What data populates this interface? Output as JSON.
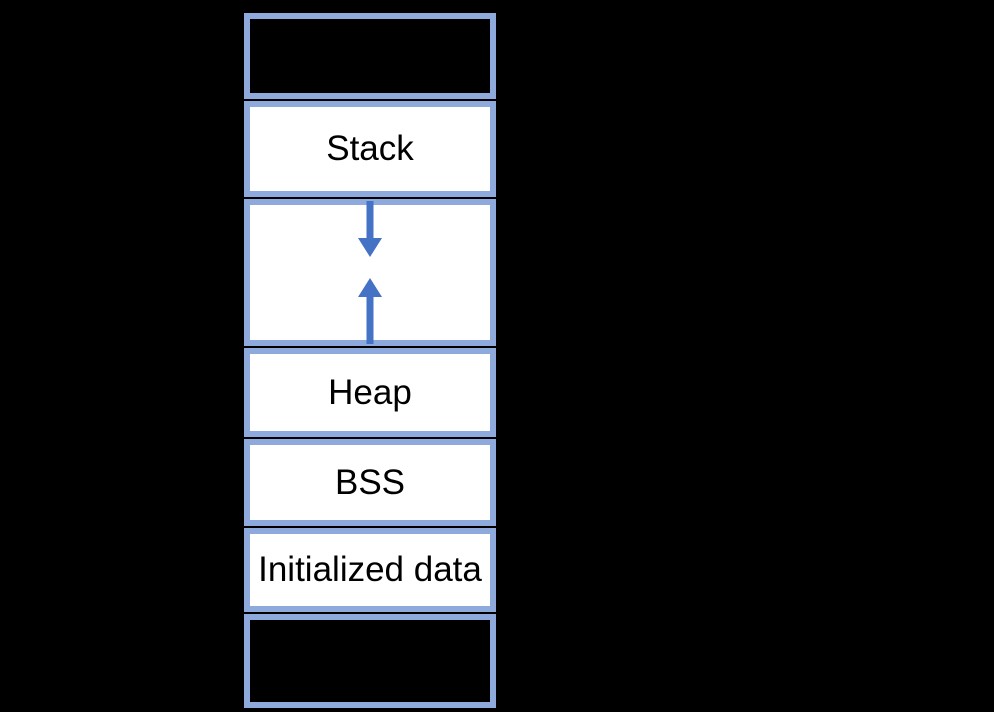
{
  "colors": {
    "background": "#000000",
    "border": "#8EA9DB",
    "arrow": "#4472C4",
    "box_fill": "#FFFFFF",
    "filled_box": "#000000",
    "text": "#000000"
  },
  "diagram": {
    "type": "memory-layout",
    "segments": [
      {
        "id": "top-filled",
        "label": "",
        "filled": true
      },
      {
        "id": "stack",
        "label": "Stack",
        "filled": false
      },
      {
        "id": "growth-gap",
        "label": "",
        "filled": false,
        "arrows": [
          {
            "direction": "down",
            "meaning": "stack-grows-downward"
          },
          {
            "direction": "up",
            "meaning": "heap-grows-upward"
          }
        ]
      },
      {
        "id": "heap",
        "label": "Heap",
        "filled": false
      },
      {
        "id": "bss",
        "label": "BSS",
        "filled": false
      },
      {
        "id": "initialized-data",
        "label": "Initialized data",
        "filled": false
      },
      {
        "id": "bottom-filled",
        "label": "",
        "filled": true
      }
    ]
  }
}
